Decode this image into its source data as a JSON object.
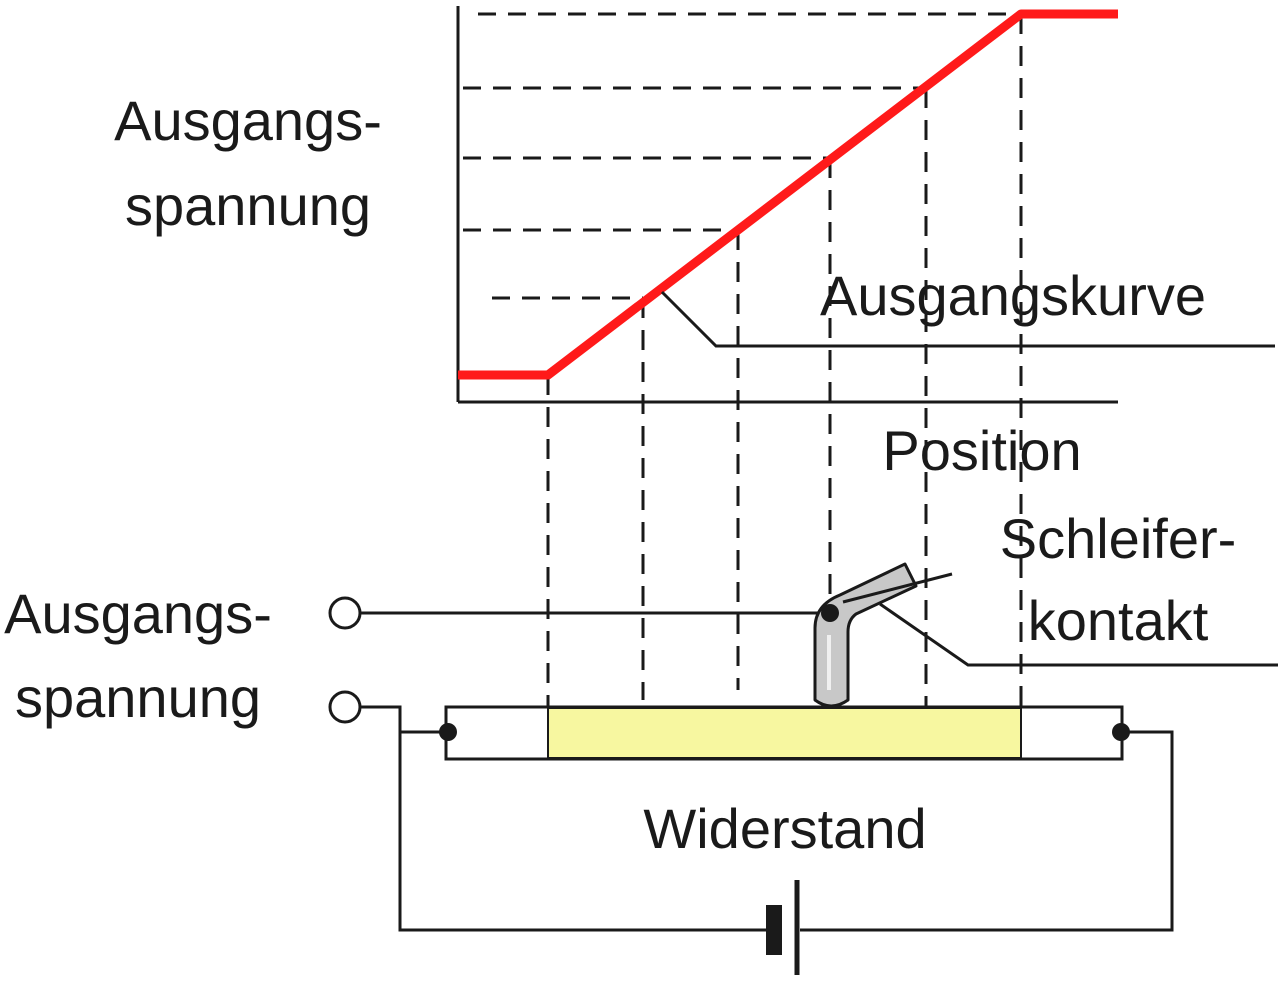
{
  "labels": {
    "y_axis_line1": "Ausgangs-",
    "y_axis_line2": "spannung",
    "curve": "Ausgangskurve",
    "x_axis": "Position",
    "wiper_line1": "Schleifer-",
    "wiper_line2": "kontakt",
    "output_line1": "Ausgangs-",
    "output_line2": "spannung",
    "resistor": "Widerstand"
  },
  "colors": {
    "curve": "#ff1a1a",
    "resistor_fill": "#f7f7a0",
    "wiper_fill": "#c8c8c8",
    "line": "#1a1a1a"
  }
}
